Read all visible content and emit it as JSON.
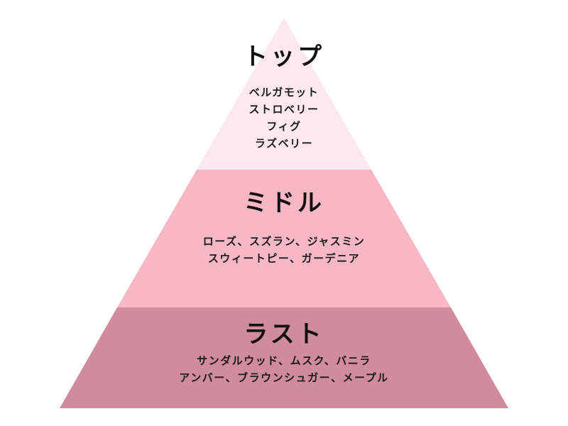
{
  "colors": {
    "top_tier": "#fbe9ed",
    "middle_tier": "#f7b7c5",
    "base_tier": "#d08b9c",
    "text": "#111111"
  },
  "tiers": [
    {
      "title": "トップ",
      "notes": [
        "ベルガモット",
        "ストロベリー",
        "フィグ",
        "ラズベリー"
      ]
    },
    {
      "title": "ミドル",
      "notes": [
        "ローズ、スズラン、ジャスミン",
        "スウィートピー、ガーデニア"
      ]
    },
    {
      "title": "ラスト",
      "notes": [
        "サンダルウッド、ムスク、バニラ",
        "アンバー、ブラウンシュガー、メープル"
      ]
    }
  ]
}
